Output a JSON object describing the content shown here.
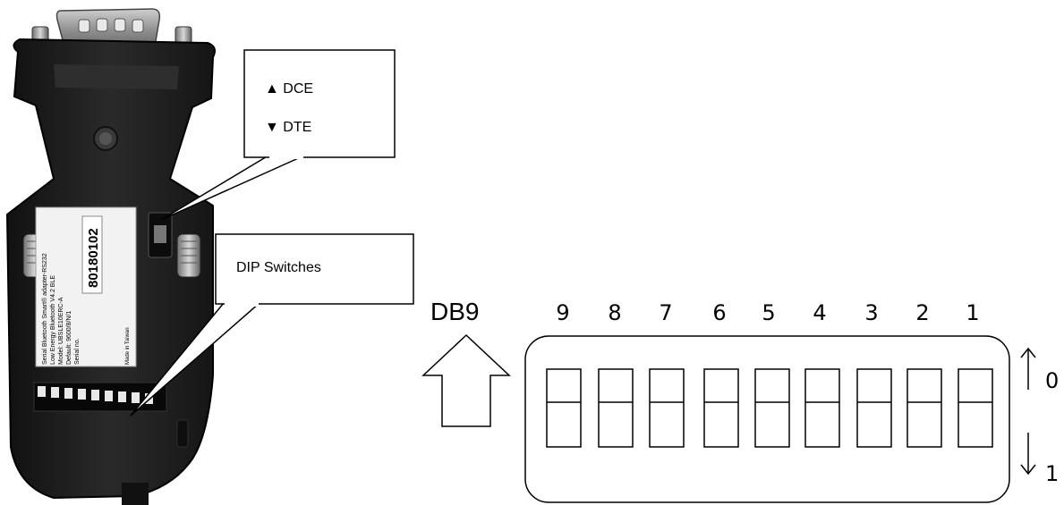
{
  "callouts": {
    "mode_dce": "▲ DCE",
    "mode_dte": "▼ DTE",
    "dip_label": "DIP Switches"
  },
  "device_label": {
    "lines": [
      "Serial Bluetooth Smart® adapter-RS232",
      "Low Energy Bluetooth V4.2 BLE",
      "Model: UBSLE10ERC-A",
      "Default: 9600/8/N/1",
      "Serial no."
    ],
    "serial_number": "80180102",
    "made_in": "Made in Taiwan"
  },
  "diagram": {
    "db9_label": "DB9",
    "switch_numbers": [
      "9",
      "8",
      "7",
      "6",
      "5",
      "4",
      "3",
      "2",
      "1"
    ],
    "up_value": "0",
    "down_value": "1"
  },
  "colors": {
    "device_body": "#1c1c1c",
    "connector_metal": "#9a9a9a",
    "label_paper": "#f2f2f2",
    "line": "#000000"
  }
}
